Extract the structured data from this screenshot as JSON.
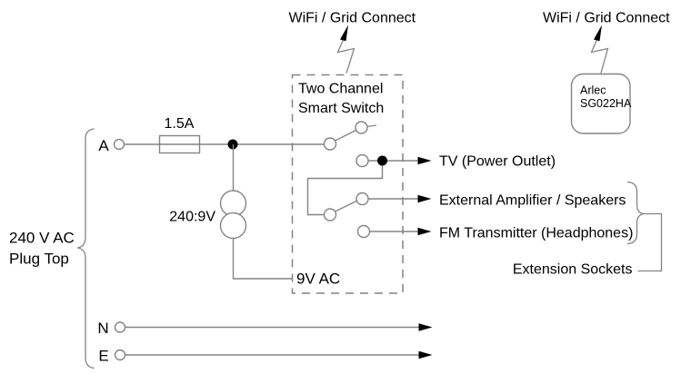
{
  "colors": {
    "line": "#848484",
    "ink": "#000000",
    "bg": "#ffffff"
  },
  "wireless": {
    "left_label": "WiFi / Grid Connect",
    "right_label": "WiFi / Grid Connect"
  },
  "smart_switch": {
    "line1": "Two Channel",
    "line2": "Smart Switch"
  },
  "hub": {
    "brand": "Arlec",
    "model": "SG022HA"
  },
  "supply": {
    "fuse_rating": "1.5A",
    "transformer_ratio": "240:9V",
    "secondary_voltage": "9V AC",
    "plug_line1": "240 V AC",
    "plug_line2": "Plug Top",
    "terminals": {
      "active": "A",
      "neutral": "N",
      "earth": "E"
    }
  },
  "outputs": {
    "tv": "TV (Power Outlet)",
    "amplifier": "External Amplifier / Speakers",
    "fm": "FM Transmitter (Headphones)",
    "extension": "Extension Sockets"
  }
}
